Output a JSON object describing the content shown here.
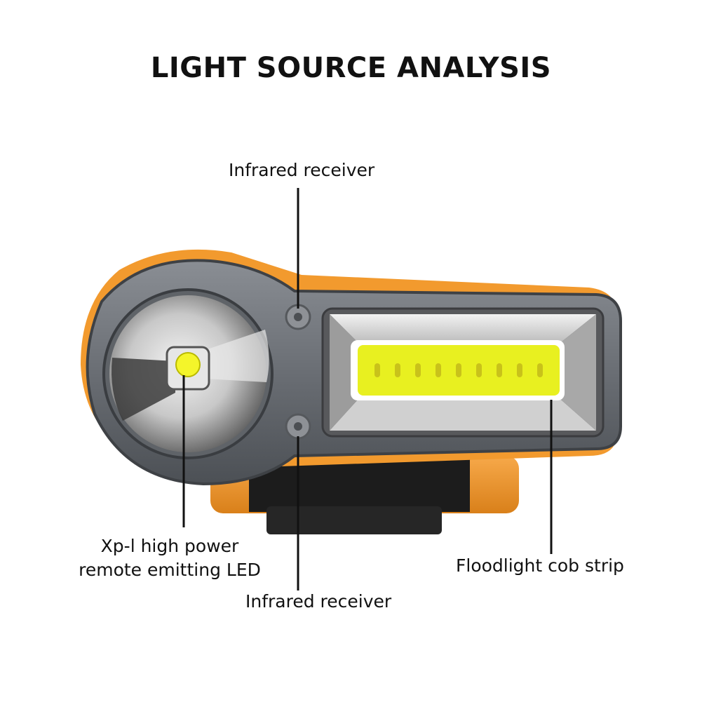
{
  "title": "LIGHT SOURCE ANALYSIS",
  "callouts": {
    "infrared_top": "Infrared receiver",
    "infrared_bottom": "Infrared receiver",
    "xpl_led_line1": "Xp-l high power",
    "xpl_led_line2": "remote emitting LED",
    "cob_strip": "Floodlight cob strip"
  },
  "colors": {
    "housing_orange": "#f29a2e",
    "body_gray": "#6b6f75",
    "cob_yellow": "#e8f020",
    "strap_black": "#1c1c1c"
  },
  "cob_led_count": 9
}
